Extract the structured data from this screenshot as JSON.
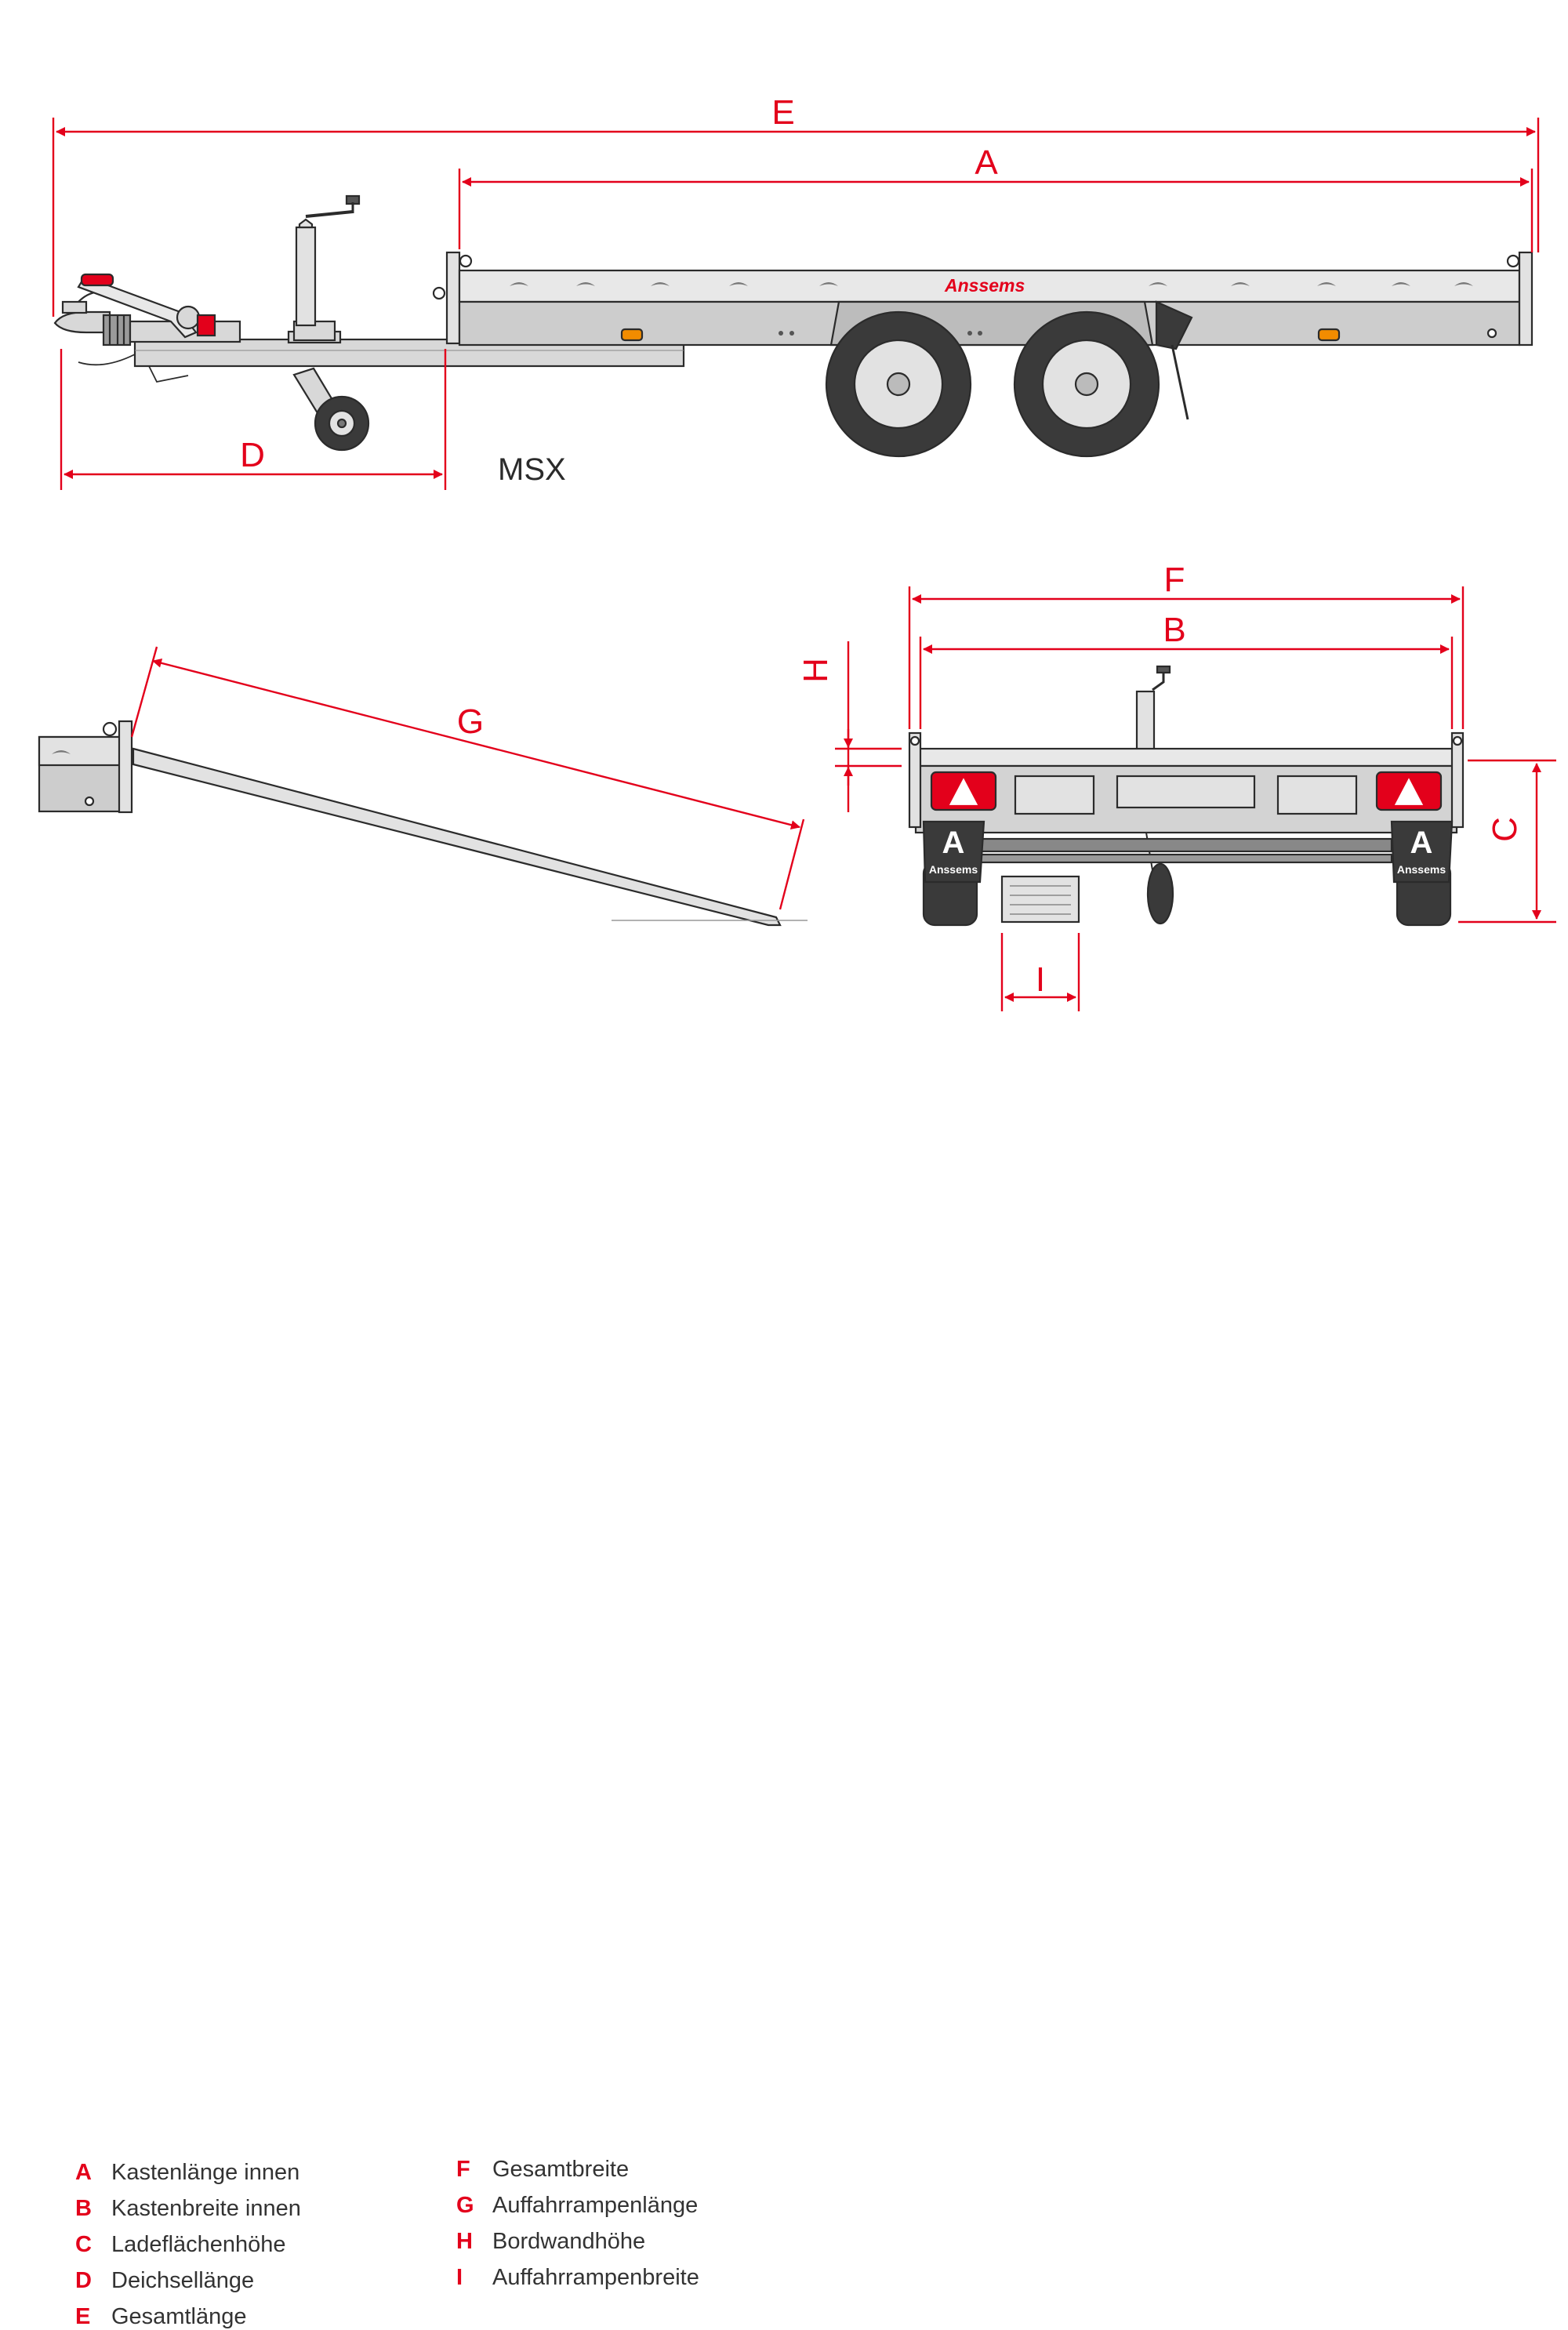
{
  "model": "MSX",
  "brand": "Anssems",
  "mudflap_letter": "A",
  "dimension_labels": {
    "A": "A",
    "B": "B",
    "C": "C",
    "D": "D",
    "E": "E",
    "F": "F",
    "G": "G",
    "H": "H",
    "I": "I"
  },
  "legend": [
    {
      "key": "A",
      "text": "Kastenlänge innen"
    },
    {
      "key": "B",
      "text": "Kastenbreite innen"
    },
    {
      "key": "C",
      "text": "Ladeflächenhöhe"
    },
    {
      "key": "D",
      "text": "Deichsellänge"
    },
    {
      "key": "E",
      "text": "Gesamtlänge"
    },
    {
      "key": "F",
      "text": "Gesamtbreite"
    },
    {
      "key": "G",
      "text": "Auffahrrampenlänge"
    },
    {
      "key": "H",
      "text": "Bordwandhöhe"
    },
    {
      "key": "I",
      "text": "Auffahrrampenbreite"
    }
  ],
  "colors": {
    "dimension": "#e3001b",
    "outline": "#2b2b2b",
    "body": "#d3d3d3",
    "body_dark": "#bcbcbc",
    "tyre": "#3a3a3a",
    "indicator": "#f28c00"
  }
}
